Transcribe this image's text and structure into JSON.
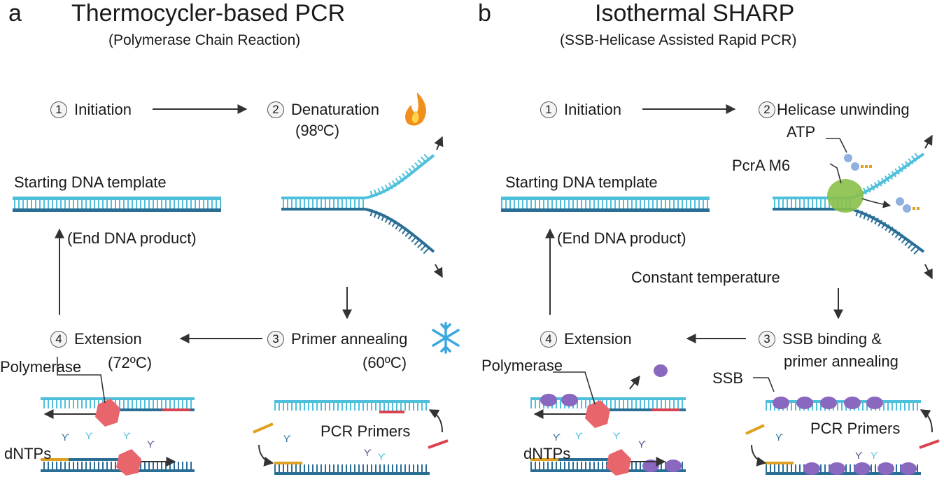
{
  "panel_a": {
    "letter": "a",
    "title": "Thermocycler-based PCR",
    "subtitle": "(Polymerase Chain Reaction)",
    "steps": [
      {
        "num": "1",
        "label": "Initiation"
      },
      {
        "num": "2",
        "label": "Denaturation",
        "condition": "(98ºC)"
      },
      {
        "num": "3",
        "label": "Primer annealing",
        "condition": "(60ºC)"
      },
      {
        "num": "4",
        "label": "Extension",
        "condition": "(72ºC)"
      }
    ],
    "template_label": "Starting DNA template",
    "product_label": "(End DNA product)",
    "polymerase_label": "Polymerase",
    "dntps_label": "dNTPs",
    "primers_label": "PCR Primers"
  },
  "panel_b": {
    "letter": "b",
    "title": "Isothermal SHARP",
    "subtitle": "(SSB-Helicase Assisted Rapid PCR)",
    "steps": [
      {
        "num": "1",
        "label": "Initiation"
      },
      {
        "num": "2",
        "label": "Helicase unwinding"
      },
      {
        "num": "3",
        "label": "SSB binding &",
        "label2": "primer annealing"
      },
      {
        "num": "4",
        "label": "Extension"
      }
    ],
    "atp_label": "ATP",
    "pcra_label": "PcrA M6",
    "template_label": "Starting DNA template",
    "product_label": "(End DNA product)",
    "constant_label": "Constant temperature",
    "polymerase_label": "Polymerase",
    "dntps_label": "dNTPs",
    "ssb_label": "SSB",
    "primers_label": "PCR Primers"
  },
  "colors": {
    "strand_light": "#4fc0dc",
    "strand_dark": "#2a6e96",
    "primer_red": "#d9434f",
    "primer_orange": "#e0a020",
    "polymerase": "#e8656b",
    "helicase": "#8ac04a",
    "ssb": "#8a68c0",
    "flame": "#f0901a",
    "snowflake": "#3aa8e0"
  }
}
